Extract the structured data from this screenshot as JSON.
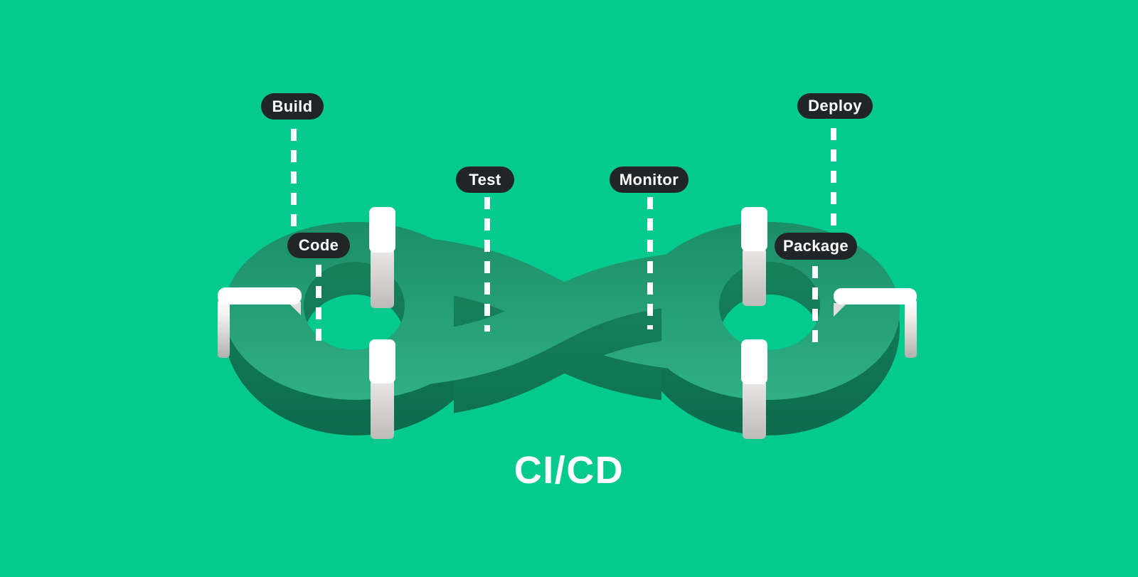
{
  "title": "CI/CD",
  "background_color": "#05CA90",
  "pill_color": "#212528",
  "pill_text_color": "#FFFFFF",
  "connector_color": "#FFFFFF",
  "loop_colors": {
    "surface_dark": "#1A8B64",
    "surface_light": "#34B88B",
    "side_dark": "#0B6B4C",
    "side_light": "#19865F",
    "marker_white": "#FFFFFF",
    "marker_gray": "#BEBCB9"
  },
  "stages": [
    {
      "label": "Build"
    },
    {
      "label": "Code"
    },
    {
      "label": "Test"
    },
    {
      "label": "Monitor"
    },
    {
      "label": "Package"
    },
    {
      "label": "Deploy"
    }
  ]
}
